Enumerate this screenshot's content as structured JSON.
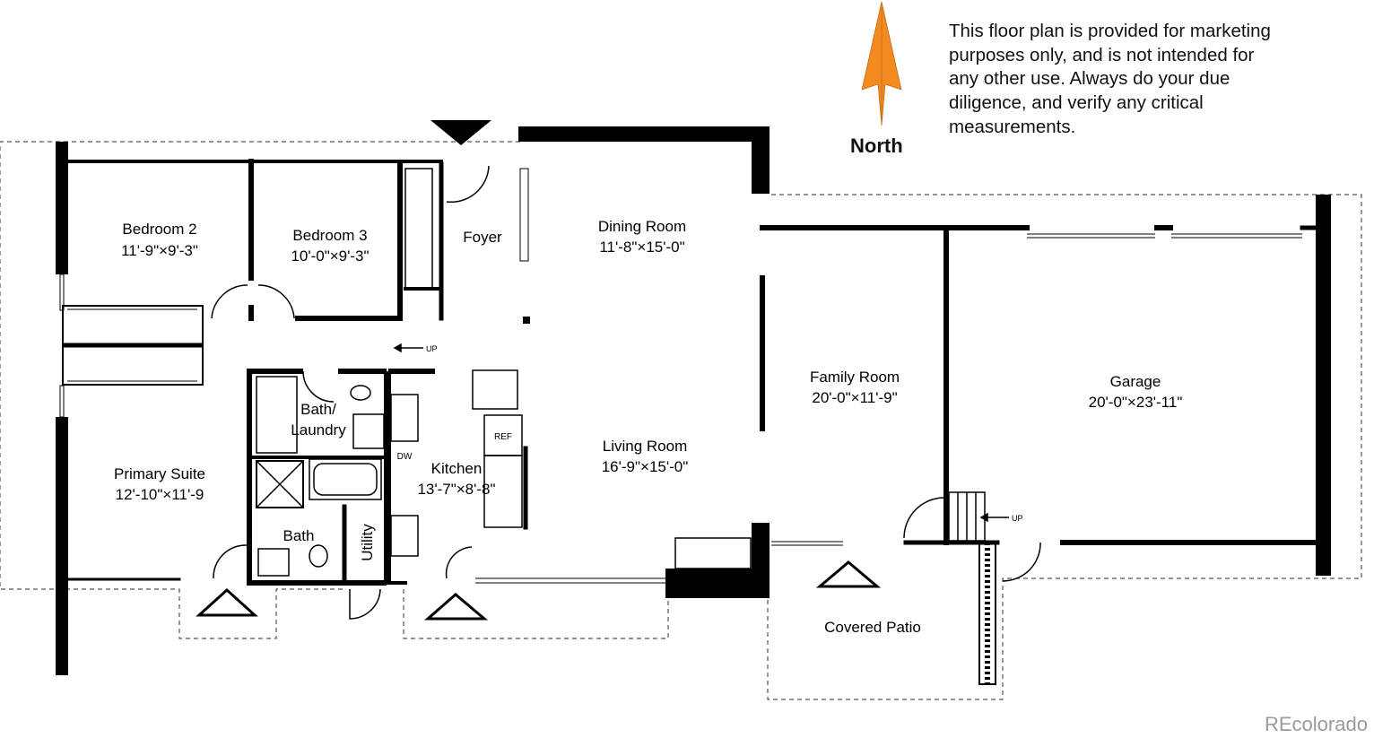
{
  "disclaimer": "This floor plan is provided for marketing purposes only, and is not intended for any other use. Always do your due diligence, and verify any critical measurements.",
  "compass": {
    "label": "North",
    "color": "#f28a1e"
  },
  "watermark": "REcolorado",
  "rooms": {
    "bedroom2": {
      "name": "Bedroom 2",
      "size": "11'-9\"×9'-3\""
    },
    "bedroom3": {
      "name": "Bedroom 3",
      "size": "10'-0\"×9'-3\""
    },
    "foyer": {
      "name": "Foyer"
    },
    "dining_room": {
      "name": "Dining Room",
      "size": "11'-8\"×15'-0\""
    },
    "family_room": {
      "name": "Family Room",
      "size": "20'-0\"×11'-9\""
    },
    "garage": {
      "name": "Garage",
      "size": "20'-0\"×23'-11\""
    },
    "living_room": {
      "name": "Living Room",
      "size": "16'-9\"×15'-0\""
    },
    "kitchen": {
      "name": "Kitchen",
      "size": "13'-7\"×8'-8\""
    },
    "bath_laundry": {
      "line1": "Bath/",
      "line2": "Laundry"
    },
    "primary_suite": {
      "name": "Primary Suite",
      "size": "12'-10\"×11'-9"
    },
    "bath": {
      "name": "Bath"
    },
    "utility": {
      "name": "Utility"
    },
    "covered_patio": {
      "name": "Covered Patio"
    }
  },
  "fixtures": {
    "ref": "REF",
    "dw": "DW",
    "up1": "UP",
    "up2": "UP"
  }
}
